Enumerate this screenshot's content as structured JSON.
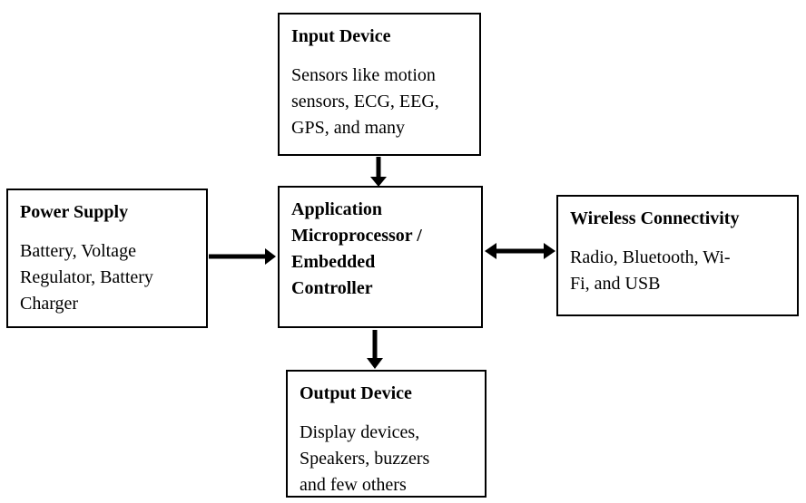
{
  "colors": {
    "background": "#ffffff",
    "border": "#000000",
    "text": "#000000",
    "arrow": "#000000"
  },
  "boxes": {
    "input_device": {
      "title": "Input Device",
      "body": "Sensors like motion\nsensors, ECG, EEG,\nGPS, and many"
    },
    "power_supply": {
      "title": "Power Supply",
      "body": "Battery, Voltage\nRegulator, Battery\nCharger"
    },
    "processor": {
      "title": "Application\nMicroprocessor /\nEmbedded\nController",
      "body": ""
    },
    "wireless_connectivity": {
      "title": "Wireless Connectivity",
      "body": "Radio, Bluetooth, Wi-\nFi, and USB"
    },
    "output_device": {
      "title": "Output Device",
      "body": "Display devices,\nSpeakers, buzzers\nand few others"
    }
  },
  "arrows": [
    {
      "name": "input-to-processor",
      "from": "input_device",
      "to": "processor",
      "direction": "down"
    },
    {
      "name": "power-to-processor",
      "from": "power_supply",
      "to": "processor",
      "direction": "right"
    },
    {
      "name": "processor-wireless",
      "from": "processor",
      "to": "wireless_connectivity",
      "direction": "both"
    },
    {
      "name": "processor-to-output",
      "from": "processor",
      "to": "output_device",
      "direction": "down"
    }
  ]
}
